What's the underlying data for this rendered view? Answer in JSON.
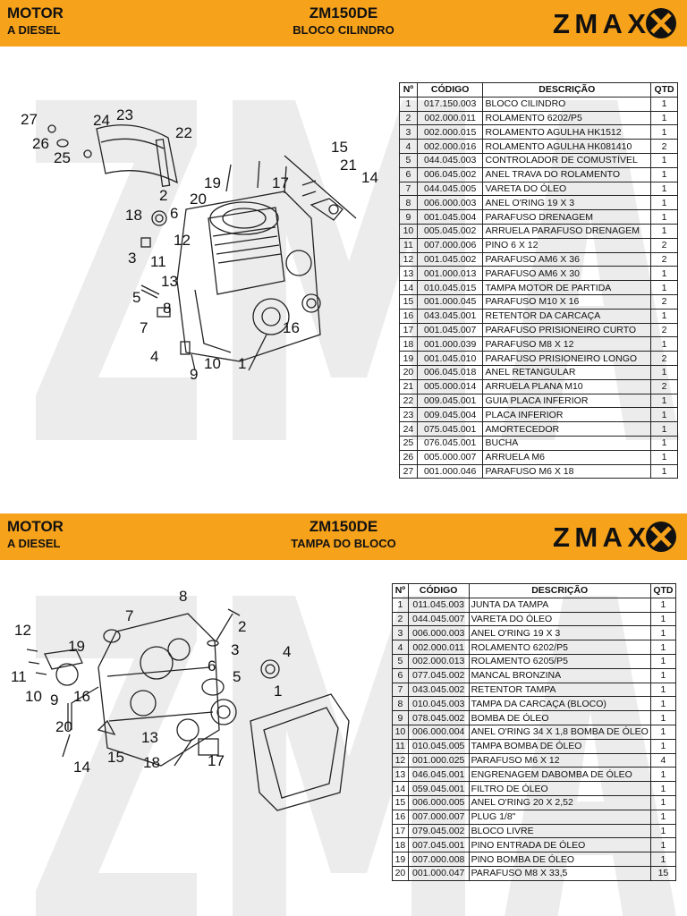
{
  "page1": {
    "header": {
      "left_line1": "MOTOR",
      "left_line2": "A DIESEL",
      "model": "ZM150DE",
      "subtitle": "BLOCO CILINDRO",
      "brand": "ZMAX"
    },
    "table": {
      "columns": [
        "Nº",
        "CÓDIGO",
        "DESCRIÇÃO",
        "QTD"
      ],
      "rows": [
        [
          "1",
          "017.150.003",
          "BLOCO CILINDRO",
          "1"
        ],
        [
          "2",
          "002.000.011",
          "ROLAMENTO 6202/P5",
          "1"
        ],
        [
          "3",
          "002.000.015",
          "ROLAMENTO AGULHA HK1512",
          "1"
        ],
        [
          "4",
          "002.000.016",
          "ROLAMENTO AGULHA HK081410",
          "2"
        ],
        [
          "5",
          "044.045.003",
          "CONTROLADOR DE COMUSTÍVEL",
          "1"
        ],
        [
          "6",
          "006.045.002",
          "ANEL TRAVA DO ROLAMENTO",
          "1"
        ],
        [
          "7",
          "044.045.005",
          "VARETA DO ÓLEO",
          "1"
        ],
        [
          "8",
          "006.000.003",
          "ANEL O'RING 19 X 3",
          "1"
        ],
        [
          "9",
          "001.045.004",
          "PARAFUSO DRENAGEM",
          "1"
        ],
        [
          "10",
          "005.045.002",
          "ARRUELA PARAFUSO DRENAGEM",
          "1"
        ],
        [
          "11",
          "007.000.006",
          "PINO 6 X 12",
          "2"
        ],
        [
          "12",
          "001.045.002",
          "PARAFUSO AM6 X 36",
          "2"
        ],
        [
          "13",
          "001.000.013",
          "PARAFUSO AM6 X 30",
          "1"
        ],
        [
          "14",
          "010.045.015",
          "TAMPA MOTOR DE PARTIDA",
          "1"
        ],
        [
          "15",
          "001.000.045",
          "PARAFUSO M10 X 16",
          "2"
        ],
        [
          "16",
          "043.045.001",
          "RETENTOR DA CARCAÇA",
          "1"
        ],
        [
          "17",
          "001.045.007",
          "PARAFUSO PRISIONEIRO CURTO",
          "2"
        ],
        [
          "18",
          "001.000.039",
          "PARAFUSO M8 X 12",
          "1"
        ],
        [
          "19",
          "001.045.010",
          "PARAFUSO PRISIONEIRO LONGO",
          "2"
        ],
        [
          "20",
          "006.045.018",
          "ANEL RETANGULAR",
          "1"
        ],
        [
          "21",
          "005.000.014",
          "ARRUELA PLANA M10",
          "2"
        ],
        [
          "22",
          "009.045.001",
          "GUIA PLACA INFERIOR",
          "1"
        ],
        [
          "23",
          "009.045.004",
          "PLACA INFERIOR",
          "1"
        ],
        [
          "24",
          "075.045.001",
          "AMORTECEDOR",
          "1"
        ],
        [
          "25",
          "076.045.001",
          "BUCHA",
          "1"
        ],
        [
          "26",
          "005.000.007",
          "ARRUELA M6",
          "1"
        ],
        [
          "27",
          "001.000.046",
          "PARAFUSO M6 X 18",
          "1"
        ]
      ]
    },
    "callouts": [
      "27",
      "26",
      "25",
      "24",
      "23",
      "22",
      "2",
      "18",
      "6",
      "3",
      "11",
      "12",
      "13",
      "5",
      "8",
      "7",
      "4",
      "9",
      "10",
      "1",
      "16",
      "20",
      "19",
      "17",
      "15",
      "21",
      "14"
    ]
  },
  "page2": {
    "header": {
      "left_line1": "MOTOR",
      "left_line2": "A DIESEL",
      "model": "ZM150DE",
      "subtitle": "TAMPA DO BLOCO",
      "brand": "ZMAX"
    },
    "table": {
      "columns": [
        "Nº",
        "CÓDIGO",
        "DESCRIÇÃO",
        "QTD"
      ],
      "rows": [
        [
          "1",
          "011.045.003",
          "JUNTA DA TAMPA",
          "1"
        ],
        [
          "2",
          "044.045.007",
          "VARETA DO ÓLEO",
          "1"
        ],
        [
          "3",
          "006.000.003",
          "ANEL O'RING 19 X 3",
          "1"
        ],
        [
          "4",
          "002.000.011",
          "ROLAMENTO 6202/P5",
          "1"
        ],
        [
          "5",
          "002.000.013",
          "ROLAMENTO 6205/P5",
          "1"
        ],
        [
          "6",
          "077.045.002",
          "MANCAL BRONZINA",
          "1"
        ],
        [
          "7",
          "043.045.002",
          "RETENTOR TAMPA",
          "1"
        ],
        [
          "8",
          "010.045.003",
          "TAMPA DA CARCAÇA (BLOCO)",
          "1"
        ],
        [
          "9",
          "078.045.002",
          "BOMBA DE ÓLEO",
          "1"
        ],
        [
          "10",
          "006.000.004",
          "ANEL O'RING 34 X 1,8 BOMBA DE ÓLEO",
          "1"
        ],
        [
          "11",
          "010.045.005",
          "TAMPA BOMBA DE ÓLEO",
          "1"
        ],
        [
          "12",
          "001.000.025",
          "PARAFUSO M6 X 12",
          "4"
        ],
        [
          "13",
          "046.045.001",
          "ENGRENAGEM DABOMBA DE ÓLEO",
          "1"
        ],
        [
          "14",
          "059.045.001",
          "FILTRO DE ÓLEO",
          "1"
        ],
        [
          "15",
          "006.000.005",
          "ANEL O'RING 20 X 2,52",
          "1"
        ],
        [
          "16",
          "007.000.007",
          "PLUG 1/8\"",
          "1"
        ],
        [
          "17",
          "079.045.002",
          "BLOCO LIVRE",
          "1"
        ],
        [
          "18",
          "007.045.001",
          "PINO ENTRADA DE ÓLEO",
          "1"
        ],
        [
          "19",
          "007.000.008",
          "PINO BOMBA DE ÓLEO",
          "1"
        ],
        [
          "20",
          "001.000.047",
          "PARAFUSO M8 X 33,5",
          "15"
        ]
      ]
    },
    "callouts": [
      "8",
      "7",
      "12",
      "19",
      "11",
      "10",
      "9",
      "16",
      "20",
      "13",
      "18",
      "14",
      "15",
      "2",
      "3",
      "4",
      "6",
      "5",
      "1",
      "17"
    ]
  },
  "colors": {
    "accent": "#f7a21b",
    "watermark": "#ececec",
    "ink": "#111111"
  }
}
